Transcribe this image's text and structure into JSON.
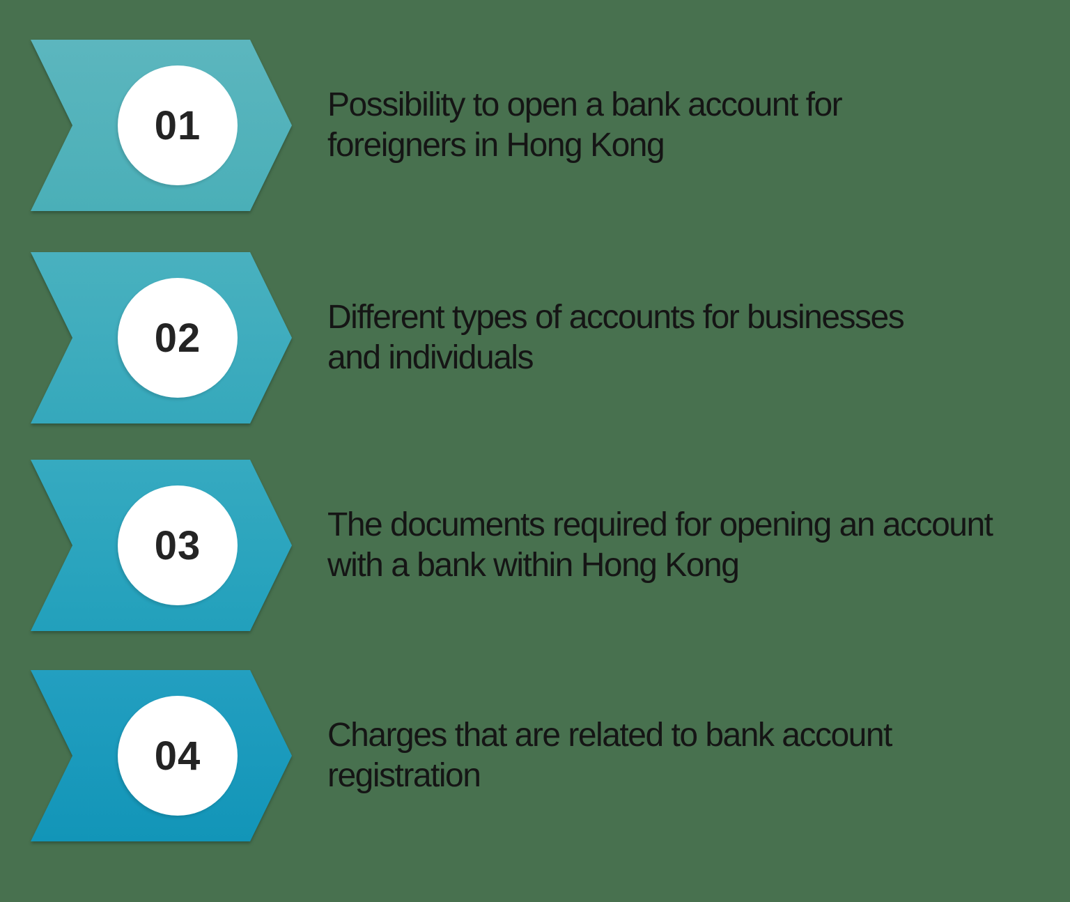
{
  "background": "#48714F",
  "text_color": "#151515",
  "number_color": "#242424",
  "circle_color": "#FFFFFF",
  "items": [
    {
      "number": "01",
      "lines": [
        "Possibility to open a bank account for",
        "foreigners in Hong Kong"
      ],
      "gradient_top": "#5CB6BE",
      "gradient_bottom": "#4AAFB8"
    },
    {
      "number": "02",
      "lines": [
        "Different types of accounts for businesses",
        "and individuals"
      ],
      "gradient_top": "#49B1BF",
      "gradient_bottom": "#35A8BC"
    },
    {
      "number": "03",
      "lines": [
        "The documents required for opening an account",
        "with a bank within Hong Kong"
      ],
      "gradient_top": "#36AAC0",
      "gradient_bottom": "#22A0BC"
    },
    {
      "number": "04",
      "lines": [
        "Charges that are related to bank account",
        "registration"
      ],
      "gradient_top": "#239FC0",
      "gradient_bottom": "#1295B8"
    }
  ]
}
